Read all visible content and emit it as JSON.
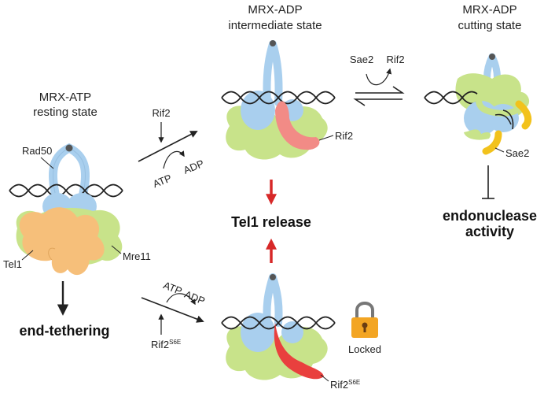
{
  "states": {
    "resting": {
      "line1": "MRX-ATP",
      "line2": "resting state"
    },
    "intermediate": {
      "line1": "MRX-ADP",
      "line2": "intermediate state"
    },
    "cutting": {
      "line1": "MRX-ADP",
      "line2": "cutting state"
    }
  },
  "protein_labels": {
    "rad50": "Rad50",
    "tel1": "Tel1",
    "mre11": "Mre11",
    "rif2_upper": "Rif2",
    "rif2_lower_base": "Rif2",
    "rif2_lower_sup": "S6E",
    "sae2_cutting": "Sae2"
  },
  "reaction_top": {
    "input": "Rif2",
    "atp": "ATP",
    "adp": "ADP"
  },
  "reaction_bottom": {
    "atp": "ATP",
    "adp": "ADP",
    "input_base": "Rif2",
    "input_sup": "S6E"
  },
  "equilibrium": {
    "sae2": "Sae2",
    "rif2": "Rif2"
  },
  "outcomes": {
    "end_tethering": "end-tethering",
    "tel1_release": "Tel1 release",
    "endonuclease_line1": "endonuclease",
    "endonuclease_line2": "activity"
  },
  "lock": {
    "label": "Locked",
    "icon": "padlock-icon"
  },
  "colors": {
    "rad50": "#a9cfee",
    "mre11": "#c8e38a",
    "tel1": "#f6bf7a",
    "rif2": "#f28b86",
    "rif2_s6e": "#e9403e",
    "sae2": "#f2c21c",
    "arrow_red": "#d72828",
    "dna": "#222222"
  }
}
